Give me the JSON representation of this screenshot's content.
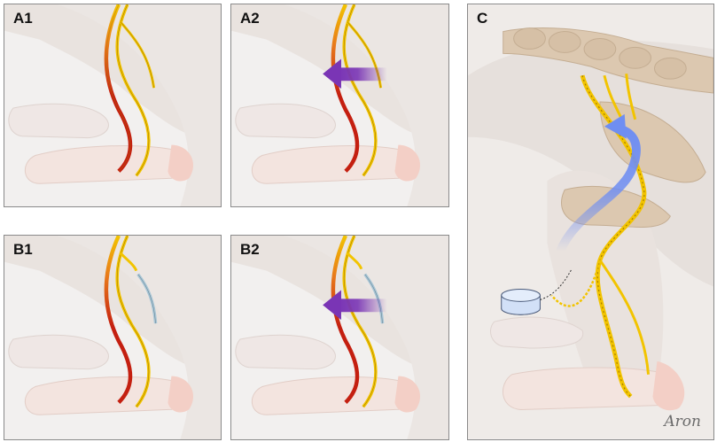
{
  "panels": {
    "a1": {
      "label": "A1"
    },
    "a2": {
      "label": "A2"
    },
    "b1": {
      "label": "B1"
    },
    "b2": {
      "label": "B2"
    },
    "c": {
      "label": "C",
      "signature": "Aron"
    }
  },
  "colors": {
    "nerve": "#f2c400",
    "nerve_outline": "#a77d00",
    "injury_red": "#c41f10",
    "injury_orange": "#e8771a",
    "arrow_purple": "#7a35b5",
    "arrow_blue": "#6f8ef2",
    "cut_nerve_blue": "#a9c6d6",
    "skin": "#f1e6e2",
    "bone": "#dcc8b0"
  },
  "icons": [
    "purple-arrow-icon",
    "blue-arrow-icon",
    "petri-dish-icon"
  ]
}
